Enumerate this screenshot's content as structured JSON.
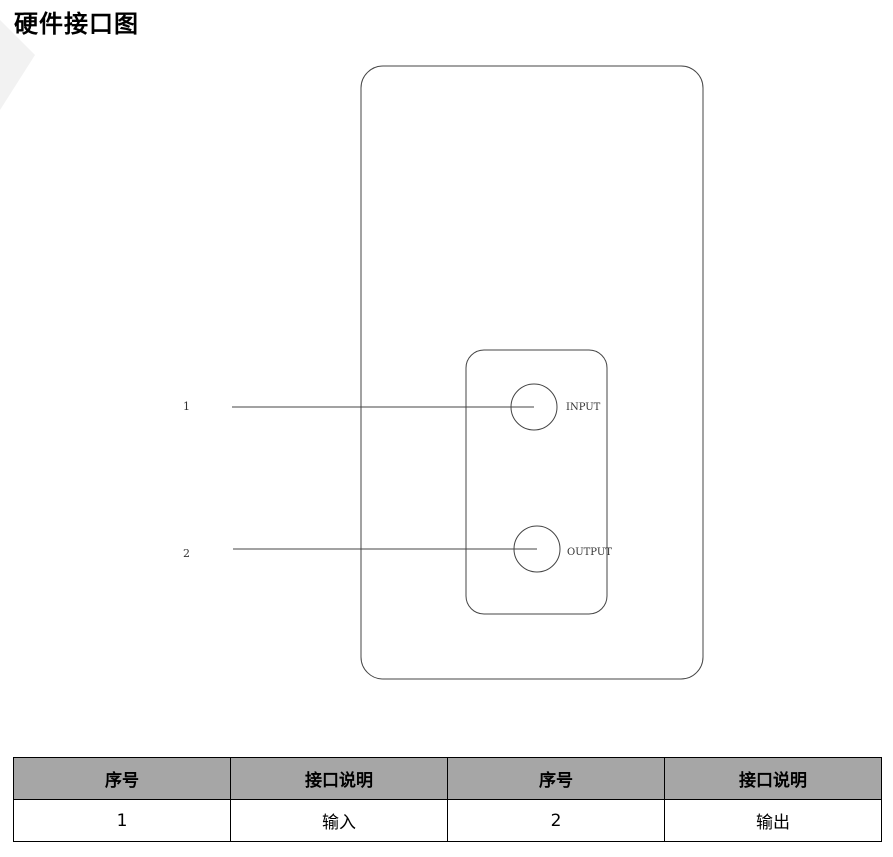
{
  "page": {
    "title": "硬件接口图"
  },
  "diagram": {
    "ports": [
      {
        "number": "1",
        "label": "INPUT"
      },
      {
        "number": "2",
        "label": "OUTPUT"
      }
    ],
    "colors": {
      "stroke": "#444444",
      "text": "#333333"
    }
  },
  "table": {
    "headers": [
      "序号",
      "接口说明",
      "序号",
      "接口说明"
    ],
    "rows": [
      [
        "1",
        "输入",
        "2",
        "输出"
      ]
    ],
    "colors": {
      "header_bg": "#a6a6a6",
      "border": "#000000"
    }
  }
}
